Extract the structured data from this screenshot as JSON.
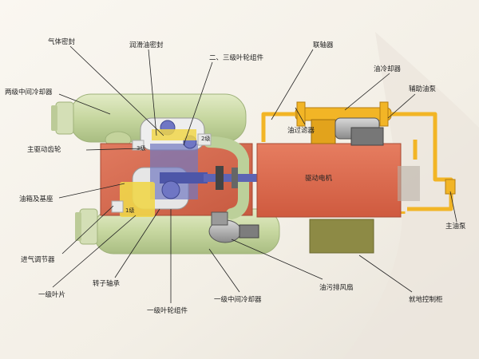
{
  "labels": {
    "gas_seal": "气体密封",
    "lube_seal": "润滑油密封",
    "stage_2_3_impeller": "二、三级叶轮组件",
    "coupling": "联轴器",
    "oil_cooler": "油冷却器",
    "aux_oil_pump": "辅助油泵",
    "two_stage_intercooler": "两级中间冷却器",
    "oil_filter": "油过滤器",
    "main_drive_gear": "主驱动齿轮",
    "drive_motor": "驱动电机",
    "oil_tank_base": "油箱及基座",
    "main_oil_pump": "主油泵",
    "inlet_regulator": "进气调节器",
    "rotor_bearing": "转子轴承",
    "stage_1_blade": "一级叶片",
    "stage_1_intercooler": "一级中间冷却器",
    "oil_mist_fan": "油污排风扇",
    "local_control_cabinet": "就地控制柜",
    "stage_1_impeller": "一级叶轮组件",
    "stage_1_tag": "1级",
    "stage_2_tag": "2级",
    "stage_3_tag": "3级"
  },
  "colors": {
    "cooler_green": "#c9d8a6",
    "base_red": "#d46a52",
    "motor_red": "#dd6a4e",
    "pipe_yellow": "#f2b526",
    "cabinet_olive": "#8c8a44",
    "compressor_blue": "#5b62b8"
  }
}
